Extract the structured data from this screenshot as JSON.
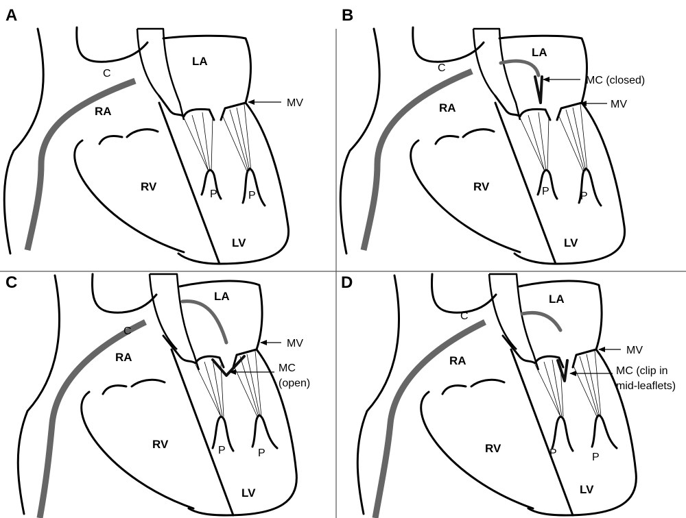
{
  "panels": [
    {
      "letter": "A",
      "labels": {
        "la": "LA",
        "ra": "RA",
        "rv": "RV",
        "lv": "LV",
        "catheter": "C",
        "mv": "MV",
        "p1": "P",
        "p2": "P"
      },
      "device": {
        "line1": "",
        "line2": ""
      }
    },
    {
      "letter": "B",
      "labels": {
        "la": "LA",
        "ra": "RA",
        "rv": "RV",
        "lv": "LV",
        "catheter": "C",
        "mv": "MV",
        "p1": "P",
        "p2": "P"
      },
      "device": {
        "line1": "MC (closed)",
        "line2": ""
      }
    },
    {
      "letter": "C",
      "labels": {
        "la": "LA",
        "ra": "RA",
        "rv": "RV",
        "lv": "LV",
        "catheter": "C",
        "mv": "MV",
        "p1": "P",
        "p2": "P"
      },
      "device": {
        "line1": "MC",
        "line2": "(open)"
      }
    },
    {
      "letter": "D",
      "labels": {
        "la": "LA",
        "ra": "RA",
        "rv": "RV",
        "lv": "LV",
        "catheter": "C",
        "mv": "MV",
        "p1": "P",
        "p2": "P"
      },
      "device": {
        "line1": "MC (clip in",
        "line2": "mid-leaflets)"
      }
    }
  ],
  "colors": {
    "catheter": "#666666",
    "line": "#000000",
    "divider": "#555555"
  }
}
